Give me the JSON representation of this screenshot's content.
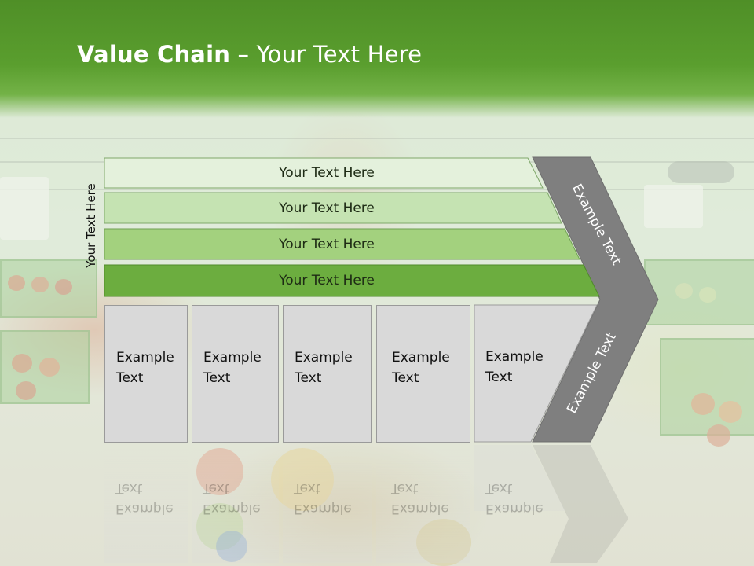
{
  "slide": {
    "title_bold": "Value Chain",
    "title_rest": " – Your Text Here",
    "side_label": "Your Text Here"
  },
  "rows": [
    {
      "label": "Your Text Here",
      "fill": "#e4f1dc"
    },
    {
      "label": "Your Text Here",
      "fill": "#c5e3b2"
    },
    {
      "label": "Your Text Here",
      "fill": "#a3d17e"
    },
    {
      "label": "Your Text Here",
      "fill": "#6cad3f"
    }
  ],
  "columns": [
    {
      "line1": "Example",
      "line2": "Text"
    },
    {
      "line1": "Example",
      "line2": "Text"
    },
    {
      "line1": "Example",
      "line2": "Text"
    },
    {
      "line1": "Example",
      "line2": "Text"
    },
    {
      "line1": "Example",
      "line2": "Text"
    }
  ],
  "arrow": {
    "upper_label": "Example Text",
    "lower_label": "Example Text",
    "fill": "#7f7f7f"
  },
  "colors": {
    "header_green": "#5a9e2e",
    "column_fill": "#d9d9d9"
  }
}
